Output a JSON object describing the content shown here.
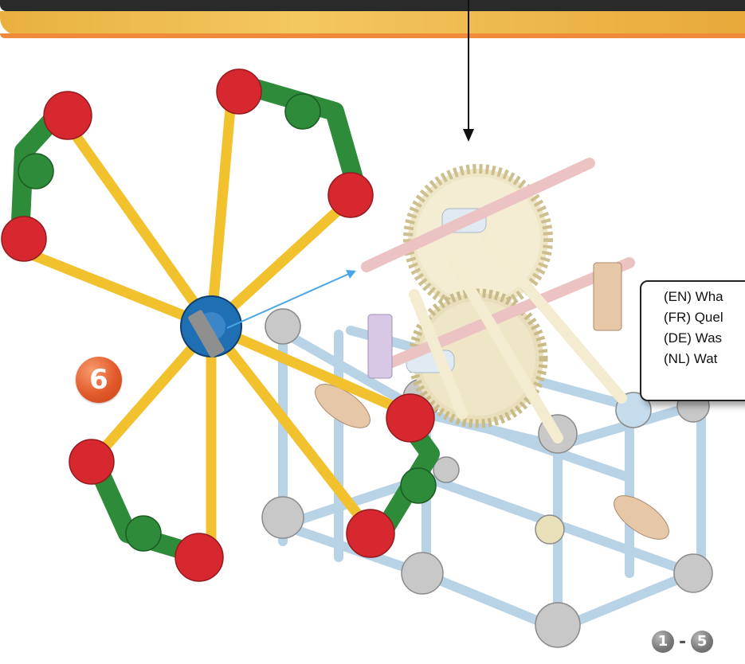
{
  "step_number": "6",
  "callout": {
    "lines": [
      "(EN) Wha",
      "(FR) Quel",
      "(DE) Was",
      "(NL) Wat"
    ]
  },
  "step_range": {
    "from": "1",
    "separator": "-",
    "to": "5"
  },
  "colors": {
    "connector_red": "#d7282f",
    "connector_green": "#2e8b3a",
    "rod_yellow": "#f2c12e",
    "hub_blue": "#1f6fb5",
    "gear_cream": "#efe6c8",
    "frame_light_blue": "#cfe1ef",
    "badge_orange": "#e25a2a",
    "banner_gold": "#f3c85f"
  },
  "icons": [
    "arrow-down-icon",
    "pointer-arrow-icon"
  ]
}
